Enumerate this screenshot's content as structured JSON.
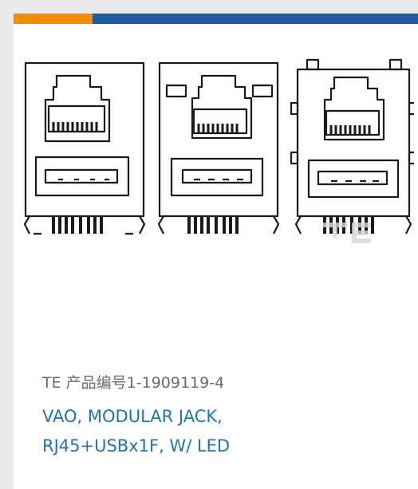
{
  "product": {
    "part_prefix": "TE 产品编号",
    "part_number": "1-1909119-4",
    "title_line1": "VAO, MODULAR JACK,",
    "title_line2": "RJ45+USBx1F, W/ LED"
  },
  "colors": {
    "accent_orange": "#f28d00",
    "accent_blue": "#1f5aa3",
    "title_link": "#1f73b7",
    "muted_text": "#6b6b6b"
  },
  "image": {
    "icon": "rj45-usb-jack-drawings-icon"
  }
}
